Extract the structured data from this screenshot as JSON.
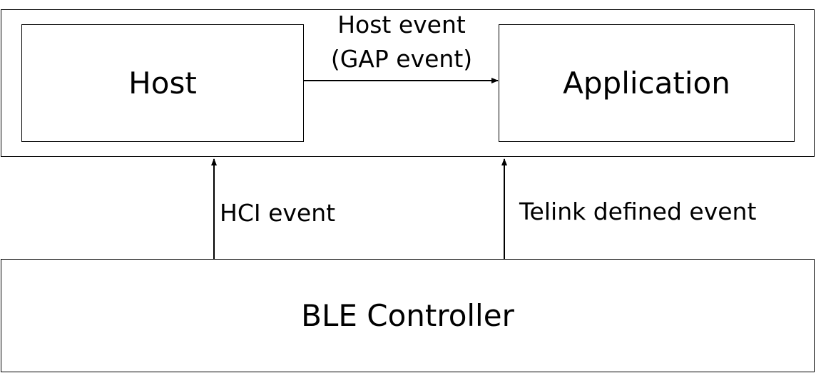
{
  "diagram": {
    "host_label": "Host",
    "application_label": "Application",
    "controller_label": "BLE Controller",
    "edges": {
      "host_to_app_line1": "Host event",
      "host_to_app_line2": "(GAP event)",
      "hci_event": "HCI event",
      "telink_event": "Telink defined event"
    }
  },
  "colors": {
    "stroke": "#000000",
    "background": "#ffffff"
  }
}
